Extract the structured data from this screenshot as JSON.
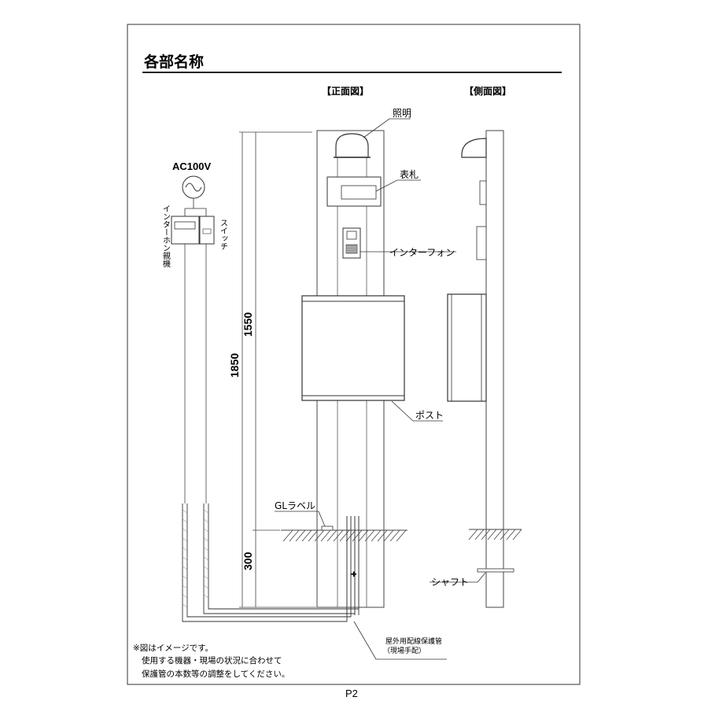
{
  "section_title": "各部名称",
  "views": {
    "front": "【正面図】",
    "side": "【側面図】"
  },
  "power": {
    "label": "AC100V"
  },
  "devices": {
    "intercom_unit": "インターホン親機",
    "switch": "スイッチ"
  },
  "callouts": {
    "light": "照明",
    "nameplate": "表札",
    "intercom": "インターフォン",
    "post": "ポスト",
    "gl_label": "GLラベル",
    "shaft": "シャフト",
    "conduit": "屋外用配線保護管",
    "conduit_note": "（現場手配）"
  },
  "dimensions": {
    "total": "1850",
    "post_height": "1550",
    "embed": "300"
  },
  "notes": [
    "※図はイメージです。",
    "使用する機器・現場の状況に合わせて",
    "保護管の本数等の調整をしてください。"
  ],
  "page_number": "P2"
}
